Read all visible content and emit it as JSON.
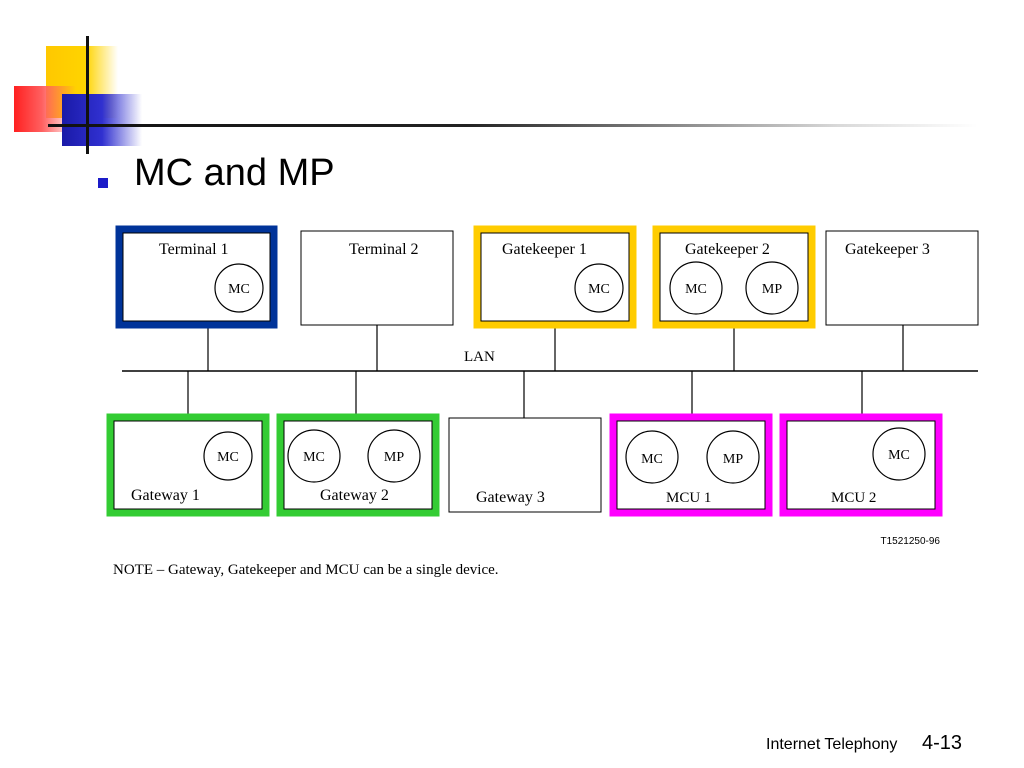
{
  "slide": {
    "title": "MC and MP",
    "footer": "Internet Telephony",
    "page": "4-13"
  },
  "colors": {
    "terminal_highlight": "#003399",
    "gatekeeper_highlight": "#ffcc00",
    "gateway_highlight": "#33cc33",
    "mcu_highlight": "#ff00ff",
    "bullet": "#1c1cc8"
  },
  "diagram": {
    "lan_label": "LAN",
    "figure_id": "T1521250-96",
    "note": "NOTE – Gateway, Gatekeeper and MCU can be a single device.",
    "top_devices": [
      {
        "label": "Terminal 1",
        "units": [
          "MC"
        ],
        "highlight": "terminal"
      },
      {
        "label": "Terminal 2",
        "units": [],
        "highlight": "none"
      },
      {
        "label": "Gatekeeper 1",
        "units": [
          "MC"
        ],
        "highlight": "gatekeeper"
      },
      {
        "label": "Gatekeeper 2",
        "units": [
          "MC",
          "MP"
        ],
        "highlight": "gatekeeper"
      },
      {
        "label": "Gatekeeper 3",
        "units": [],
        "highlight": "none"
      }
    ],
    "bottom_devices": [
      {
        "label": "Gateway 1",
        "units": [
          "MC"
        ],
        "highlight": "gateway"
      },
      {
        "label": "Gateway 2",
        "units": [
          "MC",
          "MP"
        ],
        "highlight": "gateway"
      },
      {
        "label": "Gateway 3",
        "units": [],
        "highlight": "none"
      },
      {
        "label": "MCU 1",
        "units": [
          "MC",
          "MP"
        ],
        "highlight": "mcu"
      },
      {
        "label": "MCU 2",
        "units": [
          "MC"
        ],
        "highlight": "mcu"
      }
    ]
  }
}
